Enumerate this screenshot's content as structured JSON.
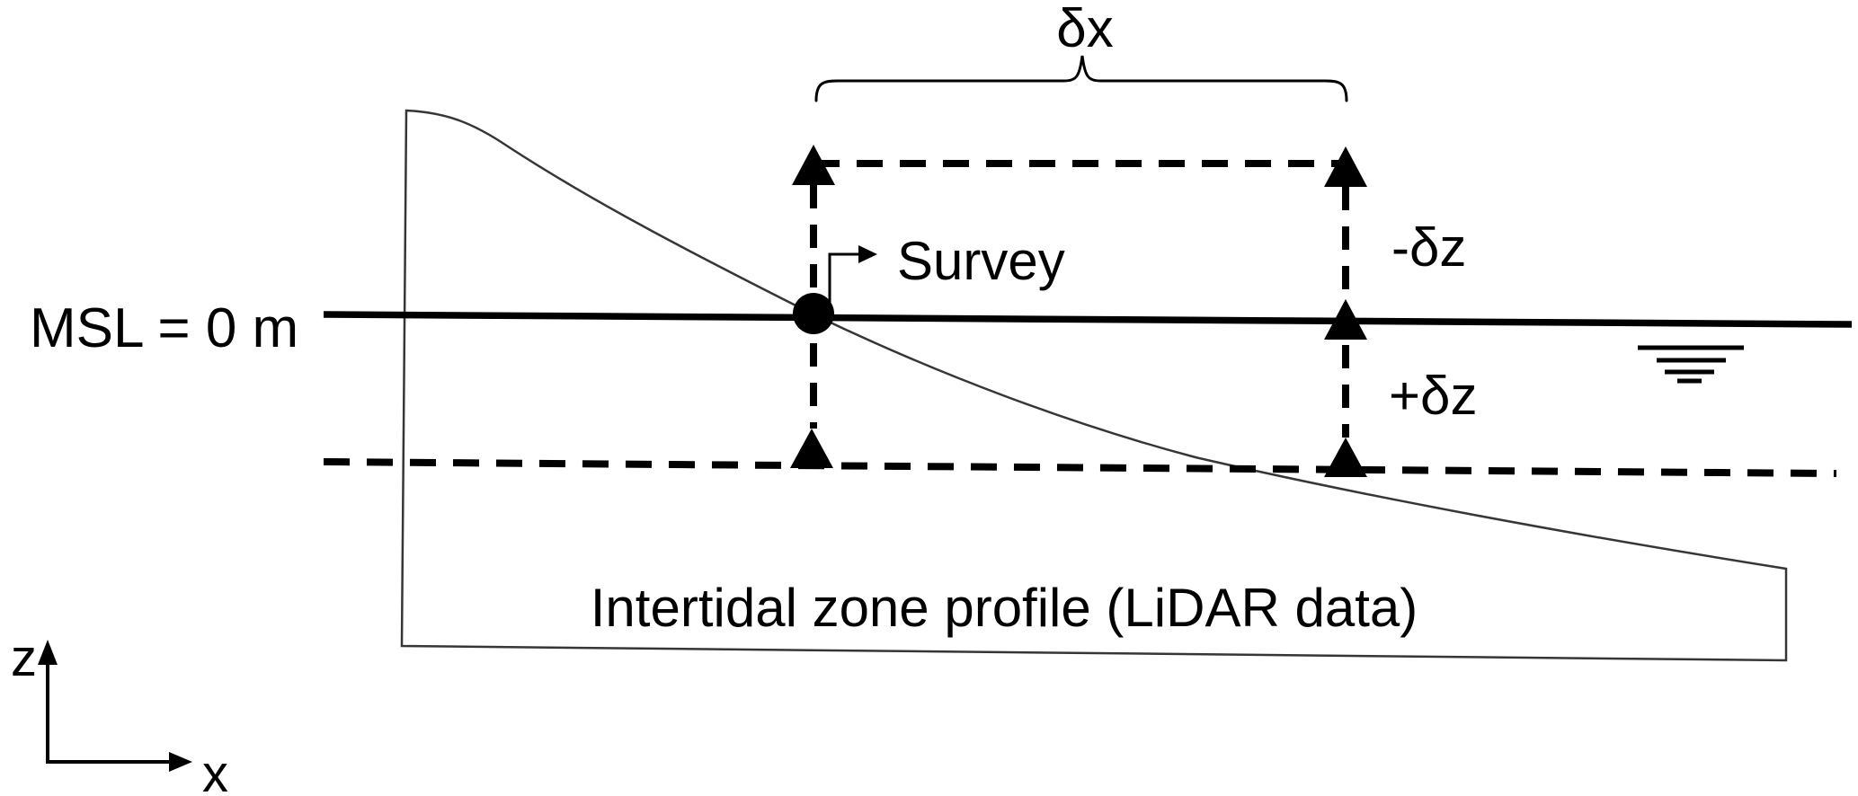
{
  "figure": {
    "title": "Intertidal zone survey offset schematic",
    "colors": {
      "background": "#ffffff",
      "ink": "#000000",
      "profile_outline": "#363636"
    },
    "labels": {
      "dx": "δx",
      "neg_dz": "-δz",
      "pos_dz": "+δz",
      "msl": "MSL = 0 m",
      "survey": "Survey",
      "profile_caption": "Intertidal zone profile (LiDAR data)",
      "z_axis": "z",
      "x_axis": "x"
    },
    "icons": {
      "survey-point-icon": "● filled circle on MSL line",
      "offset-triangle-icon": "▲ filled triangle marker (5 total)",
      "dx-brace-icon": "⏞ curly brace spanning δx",
      "survey-arrow-icon": "↳ elbow arrow pointing right",
      "water-surface-icon": "≡ four shortening horizontal bars below MSL",
      "xz-axes-icon": "⌐ origin with up (z) and right (x) arrows"
    }
  }
}
